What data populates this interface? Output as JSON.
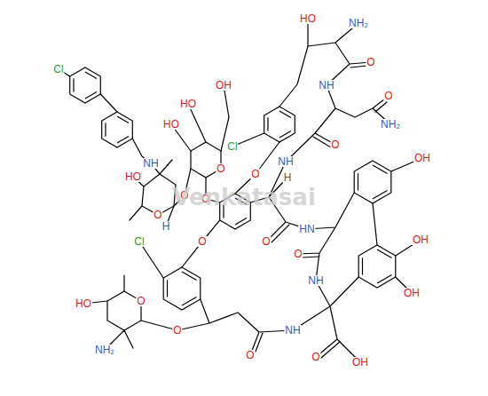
{
  "diagram": {
    "labels": [
      "Cl",
      "NH",
      "HO",
      "O",
      "H",
      "O",
      "HO",
      "OH",
      "HO",
      "O",
      "Cl",
      "O",
      "HO",
      "NH₂",
      "O",
      "NH",
      "O",
      "NH₂",
      "O",
      "O",
      "NH",
      "H",
      "O",
      "O",
      "HN",
      "OH",
      "O",
      "NH",
      "OH",
      "OH",
      "O",
      "OH",
      "NH",
      "O",
      "Cl",
      "O",
      "O",
      "HO",
      "NH₂",
      "Venkatasai"
    ]
  }
}
